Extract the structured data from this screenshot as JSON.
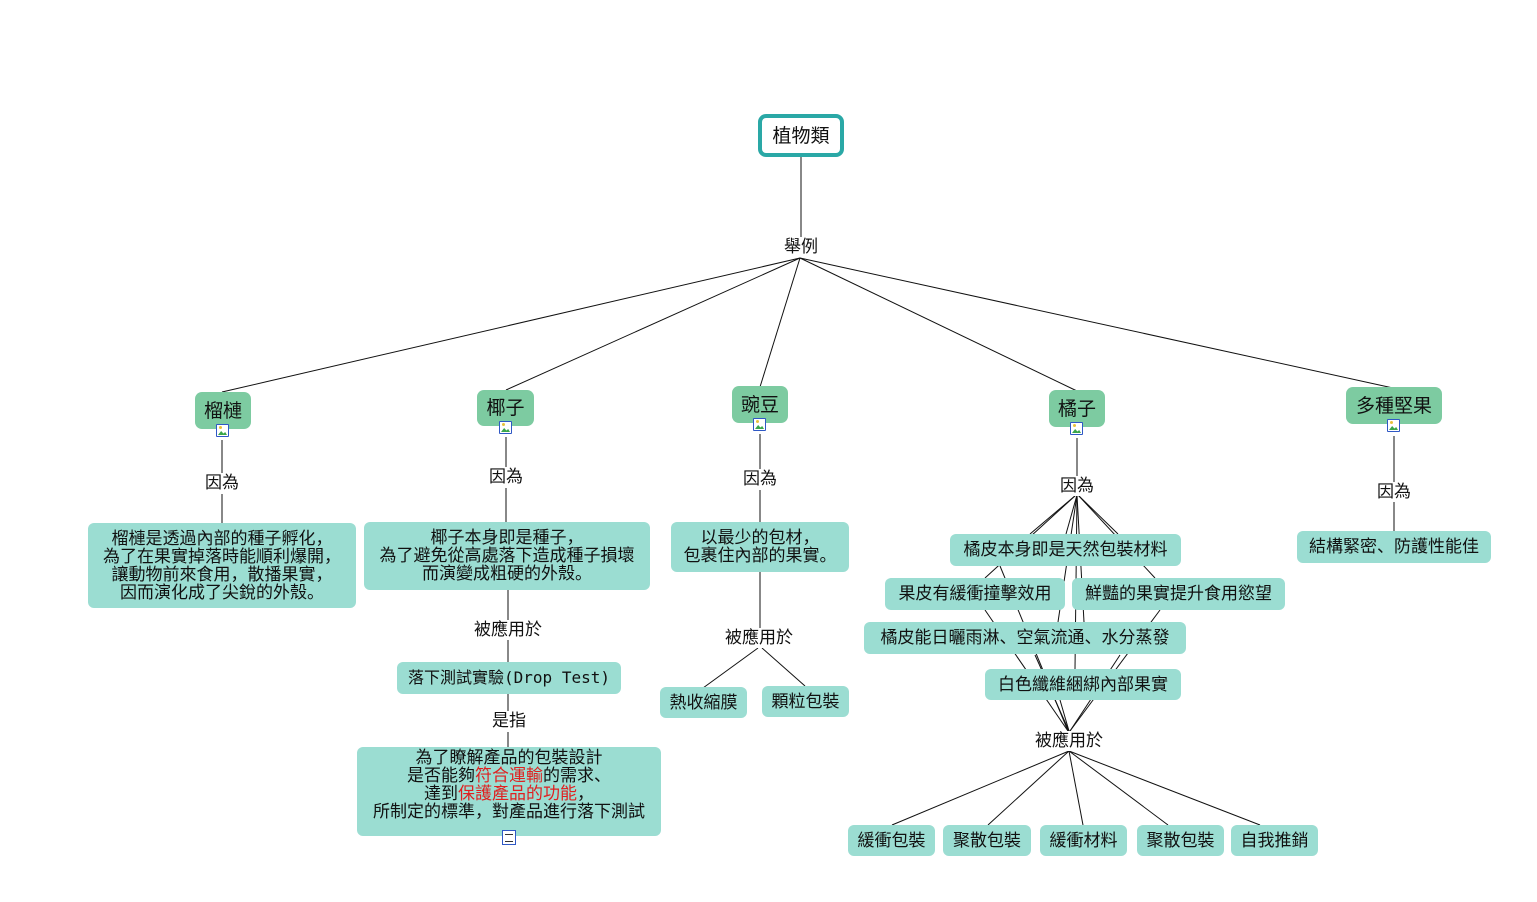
{
  "root": "植物類",
  "link_example": "舉例",
  "fruits": {
    "durian": "榴槤",
    "coconut": "椰子",
    "pea": "豌豆",
    "orange": "橘子",
    "nuts": "多種堅果"
  },
  "link_because": "因為",
  "link_applied": "被應用於",
  "link_means": "是指",
  "durian_reason": [
    "榴槤是透過內部的種子孵化，",
    "為了在果實掉落時能順利爆開，",
    "讓動物前來食用，散播果實，",
    "因而演化成了尖銳的外殼。"
  ],
  "coconut_reason": [
    "椰子本身即是種子，",
    "為了避免從高處落下造成種子損壞",
    "而演變成粗硬的外殼。"
  ],
  "drop_test": "落下測試實驗(Drop Test)",
  "drop_test_def": {
    "line1": "為了瞭解產品的包裝設計",
    "line2_pre": "是否能夠",
    "line2_red": "符合運輸",
    "line2_post": "的需求、",
    "line3_pre": "達到",
    "line3_red": "保護產品的功能",
    "line3_post": "，",
    "line4": "所制定的標準，對產品進行落下測試"
  },
  "pea_reason": [
    "以最少的包材，",
    "包裹住內部的果實。"
  ],
  "pea_apps": [
    "熱收縮膜",
    "顆粒包裝"
  ],
  "orange_reasons": {
    "peel_natural": "橘皮本身即是天然包裝材料",
    "peel_cushion": "果皮有緩衝撞擊效用",
    "bright_fruit": "鮮豔的果實提升食用慾望",
    "peel_weather": "橘皮能日曬雨淋、空氣流通、水分蒸發",
    "white_fiber": "白色纖維綑綁內部果實"
  },
  "orange_apps": [
    "緩衝包裝",
    "聚散包裝",
    "緩衝材料",
    "聚散包裝",
    "自我推銷"
  ],
  "nuts_reason": "結構緊密、防護性能佳",
  "colors": {
    "root_border": "#2aa8a6",
    "fruit_fill": "#7dcba1",
    "concept_fill": "#9bddd2",
    "highlight": "#e02020"
  }
}
